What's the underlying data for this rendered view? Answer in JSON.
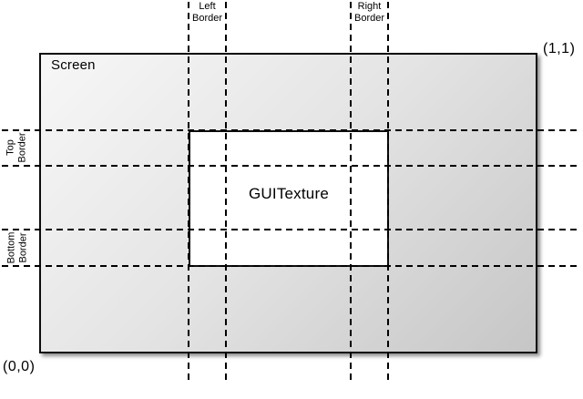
{
  "diagram": {
    "screen_label": "Screen",
    "texture_label": "GUITexture",
    "coord_origin": "(0,0)",
    "coord_max": "(1,1)",
    "border_labels": {
      "left": "Left\nBorder",
      "right": "Right\nBorder",
      "top": "Top\nBorder",
      "bottom": "Bottom\nBorder"
    }
  },
  "colors": {
    "line": "#000000",
    "screen_fill_light": "#f7f7f7",
    "screen_fill_mid": "#e4e4e4",
    "screen_fill_dark": "#c6c6c6",
    "texture_fill": "#ffffff"
  }
}
